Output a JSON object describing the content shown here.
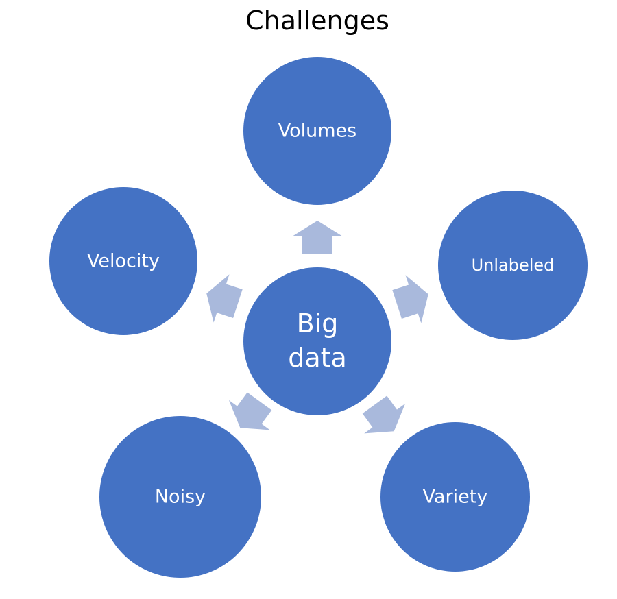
{
  "title": "Challenges",
  "center": {
    "label_line1": "Big",
    "label_line2": "data"
  },
  "nodes": [
    {
      "label": "Volumes"
    },
    {
      "label": "Unlabeled"
    },
    {
      "label": "Variety"
    },
    {
      "label": "Noisy"
    },
    {
      "label": "Velocity"
    }
  ],
  "colors": {
    "circle": "#4472C4",
    "arrow": "#A9B9DC",
    "label": "#FFFFFF"
  }
}
